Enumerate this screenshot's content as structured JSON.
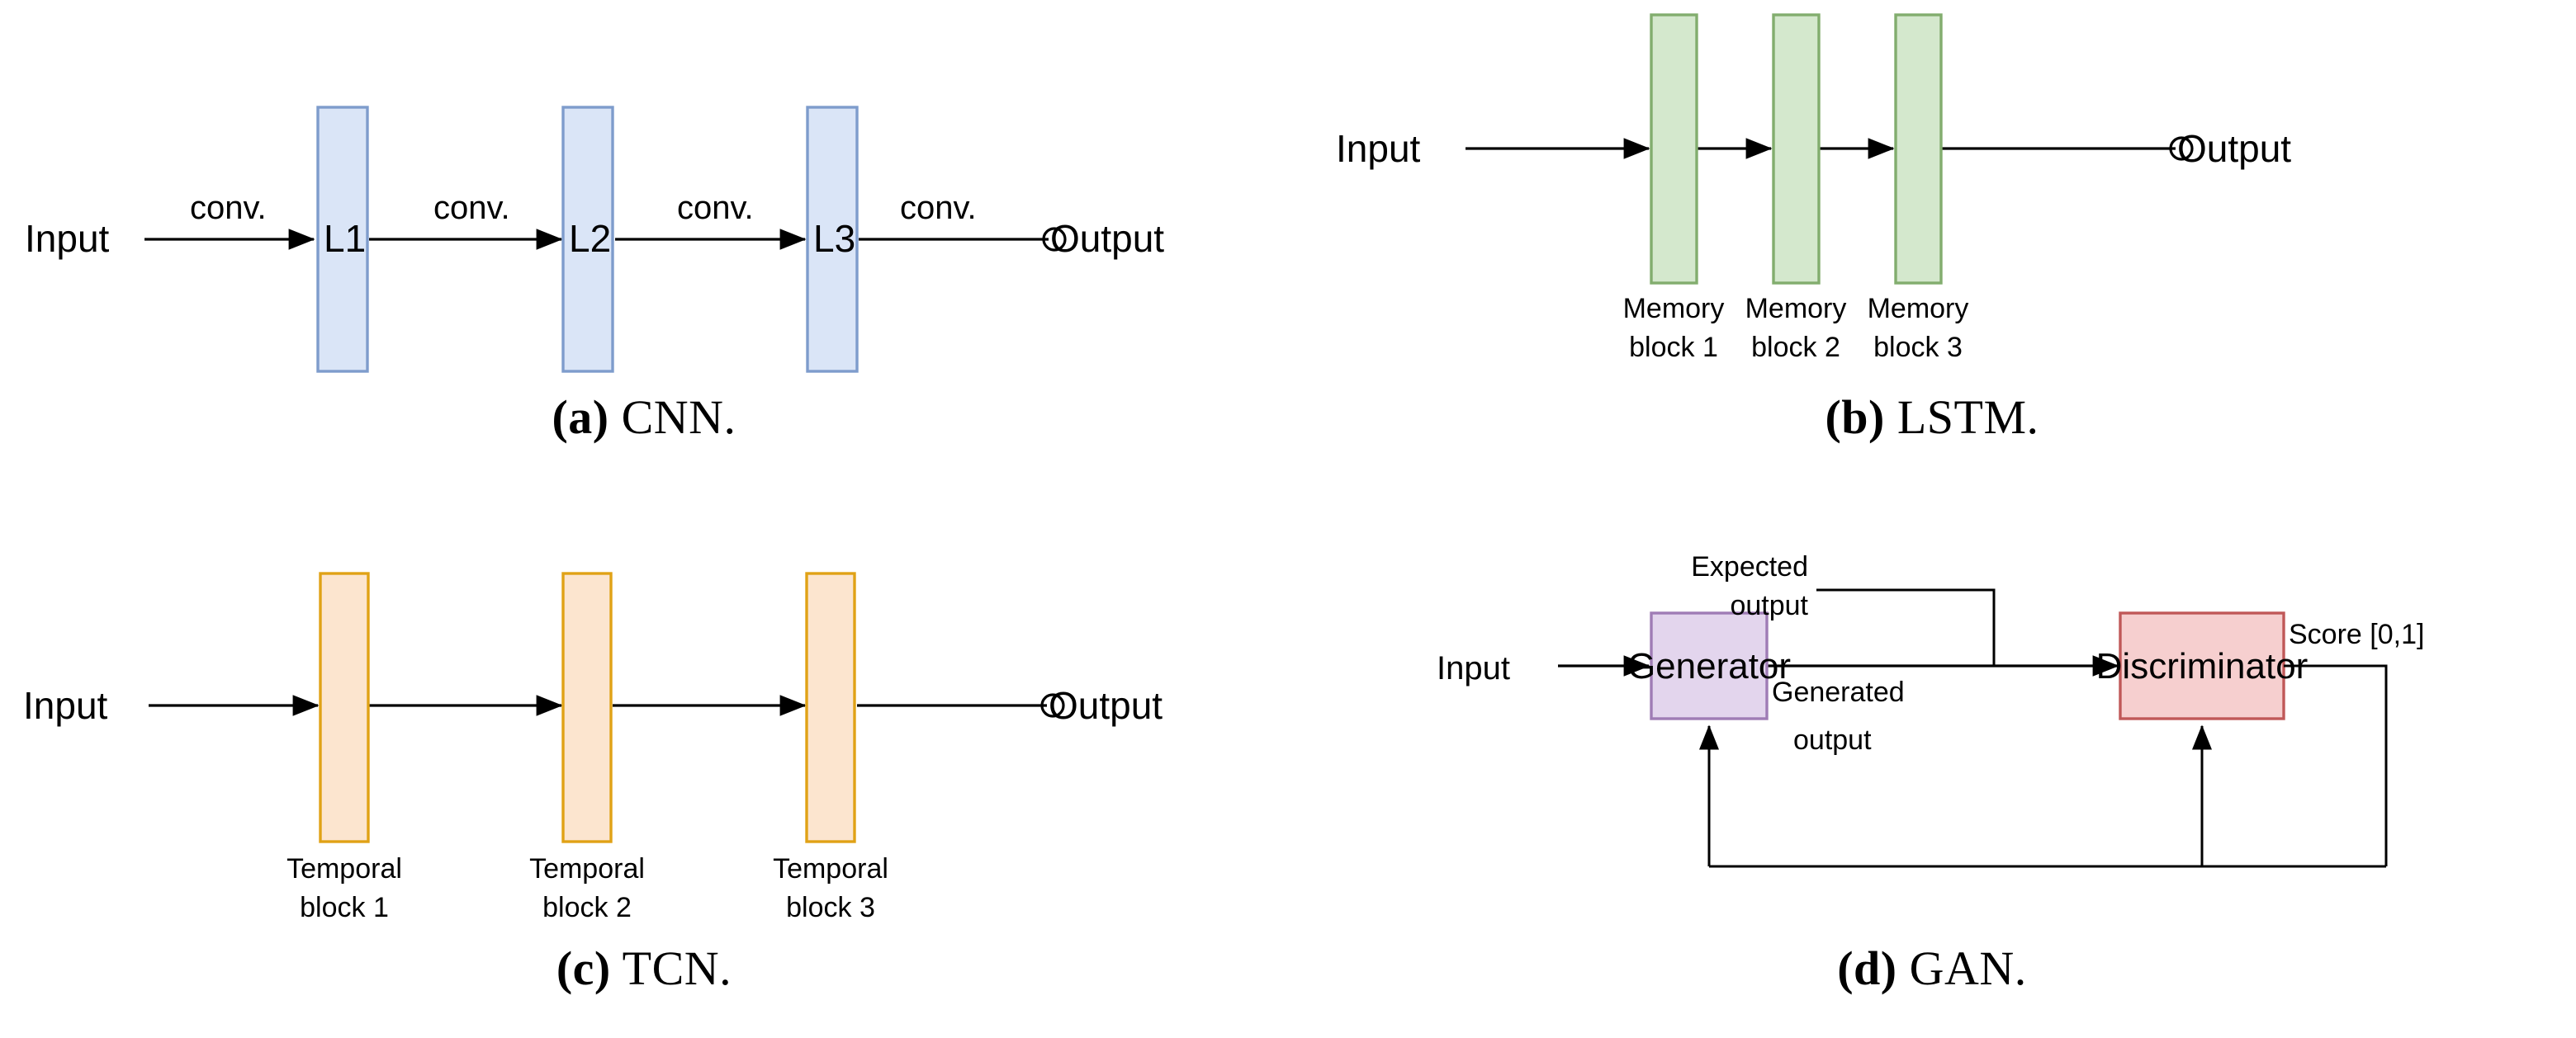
{
  "figure": {
    "background": "#ffffff",
    "panels": [
      {
        "id": "cnn",
        "caption_tag": "(a)",
        "caption_name": "CNN.",
        "input_label": "Input",
        "output_label": "Output",
        "edge_labels": [
          "conv.",
          "conv.",
          "conv.",
          "conv."
        ],
        "block_fill": "#dae5f7",
        "block_stroke": "#7e9ccc",
        "blocks": [
          {
            "label": "L1"
          },
          {
            "label": "L2"
          },
          {
            "label": "L3"
          }
        ]
      },
      {
        "id": "lstm",
        "caption_tag": "(b)",
        "caption_name": "LSTM.",
        "input_label": "Input",
        "output_label": "Output",
        "block_fill": "#d4e8cd",
        "block_stroke": "#82ad6e",
        "blocks": [
          {
            "line1": "Memory",
            "line2": "block 1"
          },
          {
            "line1": "Memory",
            "line2": "block 2"
          },
          {
            "line1": "Memory",
            "line2": "block 3"
          }
        ]
      },
      {
        "id": "tcn",
        "caption_tag": "(c)",
        "caption_name": "TCN.",
        "input_label": "Input",
        "output_label": "Output",
        "block_fill": "#fce5cf",
        "block_stroke": "#e0a216",
        "blocks": [
          {
            "line1": "Temporal",
            "line2": "block 1"
          },
          {
            "line1": "Temporal",
            "line2": "block 2"
          },
          {
            "line1": "Temporal",
            "line2": "block 3"
          }
        ]
      },
      {
        "id": "gan",
        "caption_tag": "(d)",
        "caption_name": "GAN.",
        "input_label": "Input",
        "generator_label": "Generator",
        "discriminator_label": "Discriminator",
        "expected_output_line1": "Expected",
        "expected_output_line2": "output",
        "generated_output_line1": "Generated",
        "generated_output_line2": "output",
        "score_label": "Score [0,1]",
        "generator_fill": "#e3d5ed",
        "generator_stroke": "#9f7cb5",
        "discriminator_fill": "#f6cfcf",
        "discriminator_stroke": "#c05858"
      }
    ]
  }
}
